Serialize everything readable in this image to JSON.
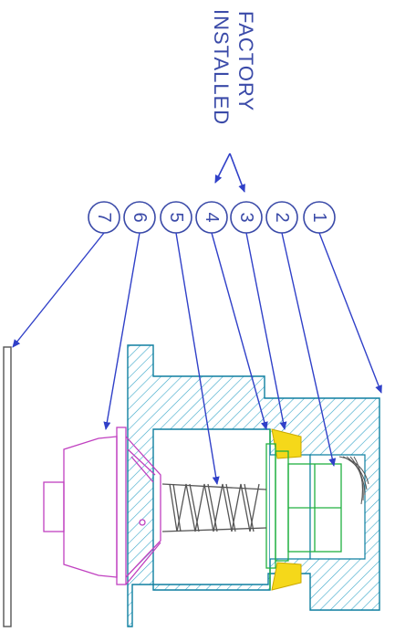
{
  "callout": {
    "line1": "FACTORY",
    "line2": "INSTALLED"
  },
  "balloons": [
    {
      "id": "1",
      "label": "1"
    },
    {
      "id": "2",
      "label": "2"
    },
    {
      "id": "3",
      "label": "3"
    },
    {
      "id": "4",
      "label": "4"
    },
    {
      "id": "5",
      "label": "5"
    },
    {
      "id": "6",
      "label": "6"
    },
    {
      "id": "7",
      "label": "7"
    }
  ],
  "colors": {
    "leader": "#3040c8",
    "housing_hatch": "#3aa7c9",
    "housing_outline": "#0e7fa0",
    "thermostat": "#c040c0",
    "insert": "#20b040",
    "seal": "#f5d81a",
    "gasket": "#555555",
    "balloon": "#3a4aa8"
  }
}
